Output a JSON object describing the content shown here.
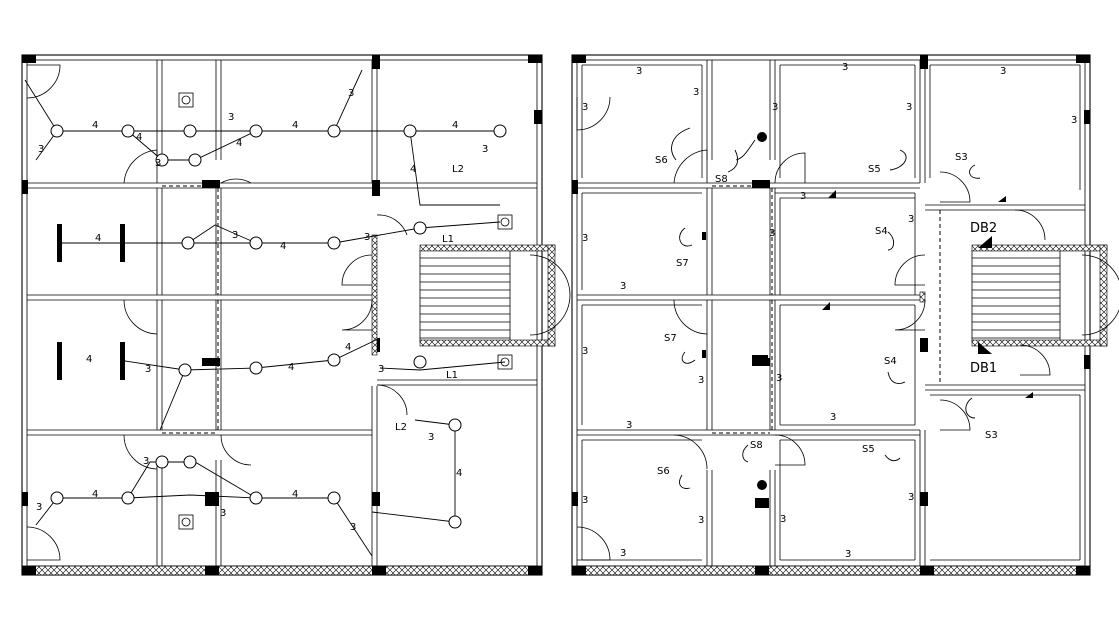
{
  "plans": [
    {
      "name": "lighting-layout",
      "labels": [
        {
          "text": "4"
        },
        {
          "text": "4"
        },
        {
          "text": "4"
        },
        {
          "text": "3"
        },
        {
          "text": "3"
        },
        {
          "text": "4"
        },
        {
          "text": "4"
        },
        {
          "text": "4"
        },
        {
          "text": "3"
        },
        {
          "text": "3"
        },
        {
          "text": "4"
        },
        {
          "text": "4"
        },
        {
          "text": "3"
        },
        {
          "text": "3"
        },
        {
          "text": "4"
        },
        {
          "text": "4"
        },
        {
          "text": "4"
        },
        {
          "text": "3"
        },
        {
          "text": "3"
        },
        {
          "text": "4"
        },
        {
          "text": "4"
        },
        {
          "text": "3"
        },
        {
          "text": "3"
        },
        {
          "text": "4"
        },
        {
          "text": "3"
        },
        {
          "text": "3"
        },
        {
          "text": "3"
        },
        {
          "text": "3"
        }
      ],
      "tags": [
        {
          "text": "L2"
        },
        {
          "text": "L1"
        },
        {
          "text": "L1"
        },
        {
          "text": "L2"
        }
      ]
    },
    {
      "name": "power-layout",
      "labels": [
        {
          "text": "3"
        },
        {
          "text": "3"
        },
        {
          "text": "3"
        },
        {
          "text": "3"
        },
        {
          "text": "3"
        },
        {
          "text": "3"
        },
        {
          "text": "3"
        },
        {
          "text": "3"
        },
        {
          "text": "3"
        },
        {
          "text": "3"
        },
        {
          "text": "3"
        },
        {
          "text": "3"
        },
        {
          "text": "3"
        },
        {
          "text": "3"
        },
        {
          "text": "3"
        },
        {
          "text": "3"
        },
        {
          "text": "3"
        },
        {
          "text": "3"
        },
        {
          "text": "3"
        },
        {
          "text": "3"
        },
        {
          "text": "3"
        },
        {
          "text": "3"
        },
        {
          "text": "3"
        },
        {
          "text": "3"
        }
      ],
      "tags": [
        {
          "text": "S6"
        },
        {
          "text": "S8"
        },
        {
          "text": "S5"
        },
        {
          "text": "S3"
        },
        {
          "text": "S7"
        },
        {
          "text": "S4"
        },
        {
          "text": "S7"
        },
        {
          "text": "S4"
        },
        {
          "text": "S8"
        },
        {
          "text": "S6"
        },
        {
          "text": "S5"
        },
        {
          "text": "S3"
        }
      ],
      "panels": [
        {
          "text": "DB2"
        },
        {
          "text": "DB1"
        }
      ]
    }
  ]
}
